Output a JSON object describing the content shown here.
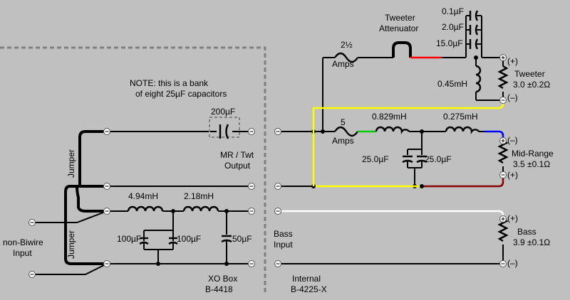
{
  "labels": {
    "note_line1": "NOTE: this is a bank",
    "note_line2": "of eight 25µF capacitors",
    "bank_cap": "200µF",
    "mr_twt_output_1": "MR / Twt",
    "mr_twt_output_2": "Output",
    "jumper_top": "Jumper",
    "jumper_bottom": "Jumper",
    "non_biwire_1": "non-Biwire",
    "non_biwire_2": "Input",
    "xo_ind1": "4.94mH",
    "xo_ind2": "2.18mH",
    "xo_cap1": "100µF",
    "xo_cap2": "100µF",
    "xo_cap3": "50µF",
    "xo_box_1": "XO Box",
    "xo_box_2": "B-4418",
    "tweeter_atten_1": "Tweeter",
    "tweeter_atten_2": "Attenuator",
    "fuse_2half": "2½",
    "amps_1": "Amps",
    "cap_01": "0.1µF",
    "cap_20": "2.0µF",
    "cap_150": "15.0µF",
    "ind_045": "0.45mH",
    "tweeter_1": "Tweeter",
    "tweeter_2": "3.0 ±0.2Ω",
    "fuse_5": "5",
    "amps_2": "Amps",
    "ind_0829": "0.829mH",
    "ind_0275": "0.275mH",
    "cap_25a": "25.0µF",
    "cap_25b": "25.0µF",
    "mid_1": "Mid-Range",
    "mid_2": "3.5 ±0.1Ω",
    "bass_input_1": "Bass",
    "bass_input_2": "Input",
    "bass_1": "Bass",
    "bass_2": "3.9 ±0.1Ω",
    "internal_1": "Internal",
    "internal_2": "B-4225-X",
    "plus": "(+)",
    "minus": "(–)"
  },
  "colors": {
    "background": "#c0c0c0",
    "dashed_box": "#7f7f7f",
    "yellow": "#ffff00",
    "red": "#ff0000",
    "dark_red": "#8b0000",
    "green": "#00cc00",
    "blue": "#0000ff",
    "white": "#ffffff"
  }
}
